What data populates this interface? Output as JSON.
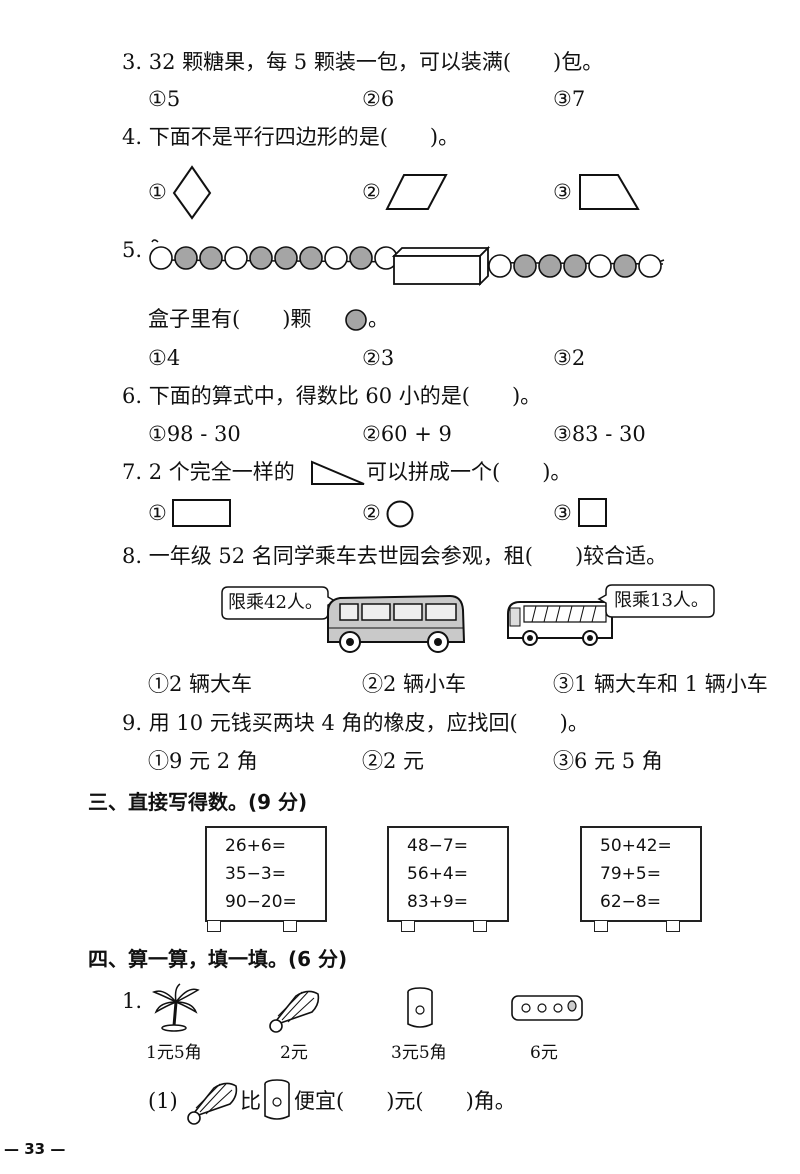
{
  "q3": {
    "stem": "3. 32 颗糖果，每 5 颗装一包，可以装满(　　)包。",
    "options": [
      "①5",
      "②6",
      "③7"
    ]
  },
  "q4": {
    "stem": "4. 下面不是平行四边形的是(　　)。",
    "option_marks": [
      "①",
      "②",
      "③"
    ],
    "shapes": [
      "rhombus-icon",
      "parallelogram-icon",
      "trapezoid-icon"
    ]
  },
  "q5": {
    "number": "5.",
    "box_label": "盒子里有(　　)颗",
    "box_label_end": "。",
    "options": [
      "①4",
      "②3",
      "③2"
    ]
  },
  "q6": {
    "stem": "6. 下面的算式中，得数比 60 小的是(　　)。",
    "options": [
      "①98 - 30",
      "②60 + 9",
      "③83 - 30"
    ]
  },
  "q7": {
    "stem_a": "7. 2 个完全一样的",
    "stem_b": "可以拼成一个(　　)。",
    "option_marks": [
      "①",
      "②",
      "③"
    ],
    "shapes": [
      "rectangle-icon",
      "circle-icon",
      "square-icon"
    ]
  },
  "q8": {
    "stem": "8. 一年级 52 名同学乘车去世园会参观，租(　　)较合适。",
    "bus_big_label": "限乘42人。",
    "bus_small_label": "限乘13人。",
    "options": [
      "①2 辆大车",
      "②2 辆小车",
      "③1 辆大车和 1 辆小车"
    ]
  },
  "q9": {
    "stem": "9. 用 10 元钱买两块 4 角的橡皮，应找回(　　)。",
    "options": [
      "①9 元 2 角",
      "②2 元",
      "③6 元 5 角"
    ]
  },
  "section3": {
    "title": "三、直接写得数。(9 分)",
    "boards": [
      [
        "26+6=",
        "35−3=",
        "90−20="
      ],
      [
        "48−7=",
        "56+4=",
        "83+9="
      ],
      [
        "50+42=",
        "79+5=",
        "62−8="
      ]
    ]
  },
  "section4": {
    "title": "四、算一算，填一填。(6 分)",
    "q1_number": "1.",
    "items": [
      {
        "icon": "palm-tree-icon",
        "price": "1元5角"
      },
      {
        "icon": "shuttlecock-icon",
        "price": "2元"
      },
      {
        "icon": "jar-icon",
        "price": "3元5角"
      },
      {
        "icon": "pencil-case-icon",
        "price": "6元"
      }
    ],
    "sub1_a": "(1)",
    "sub1_b": "比",
    "sub1_c": "便宜(　　)元(　　)角。"
  },
  "page_number": "— 33 —"
}
